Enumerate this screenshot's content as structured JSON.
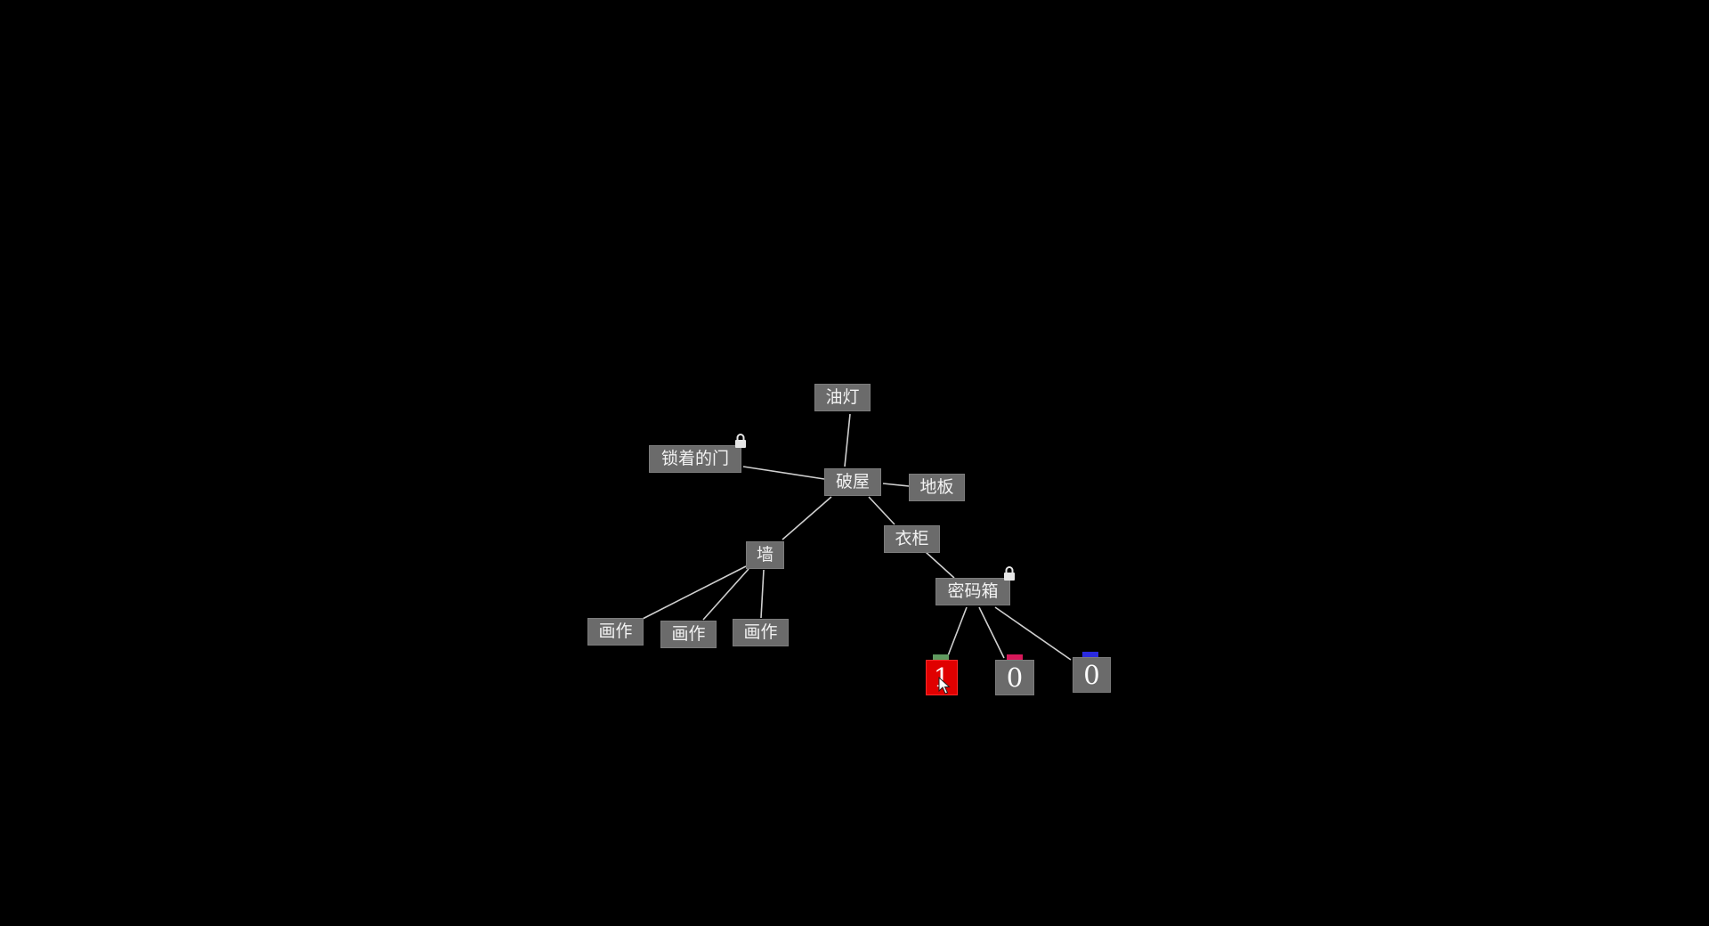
{
  "nodes": {
    "hut": "破屋",
    "lamp": "油灯",
    "locked_door": "锁着的门",
    "floor": "地板",
    "wall": "墙",
    "wardrobe": "衣柜",
    "code_box": "密码箱",
    "painting_1": "画作",
    "painting_2": "画作",
    "painting_3": "画作"
  },
  "combination": {
    "digits": [
      {
        "value": "1",
        "tag_color": "#5f9a5f",
        "active": true
      },
      {
        "value": "0",
        "tag_color": "#d8185a",
        "active": false
      },
      {
        "value": "0",
        "tag_color": "#2a2adf",
        "active": false
      }
    ],
    "active_color": "#e00000"
  },
  "colors": {
    "background": "#000000",
    "node_fill": "#6b6b6b",
    "node_text": "#f2f2f2",
    "link": "#cfcfcf"
  }
}
